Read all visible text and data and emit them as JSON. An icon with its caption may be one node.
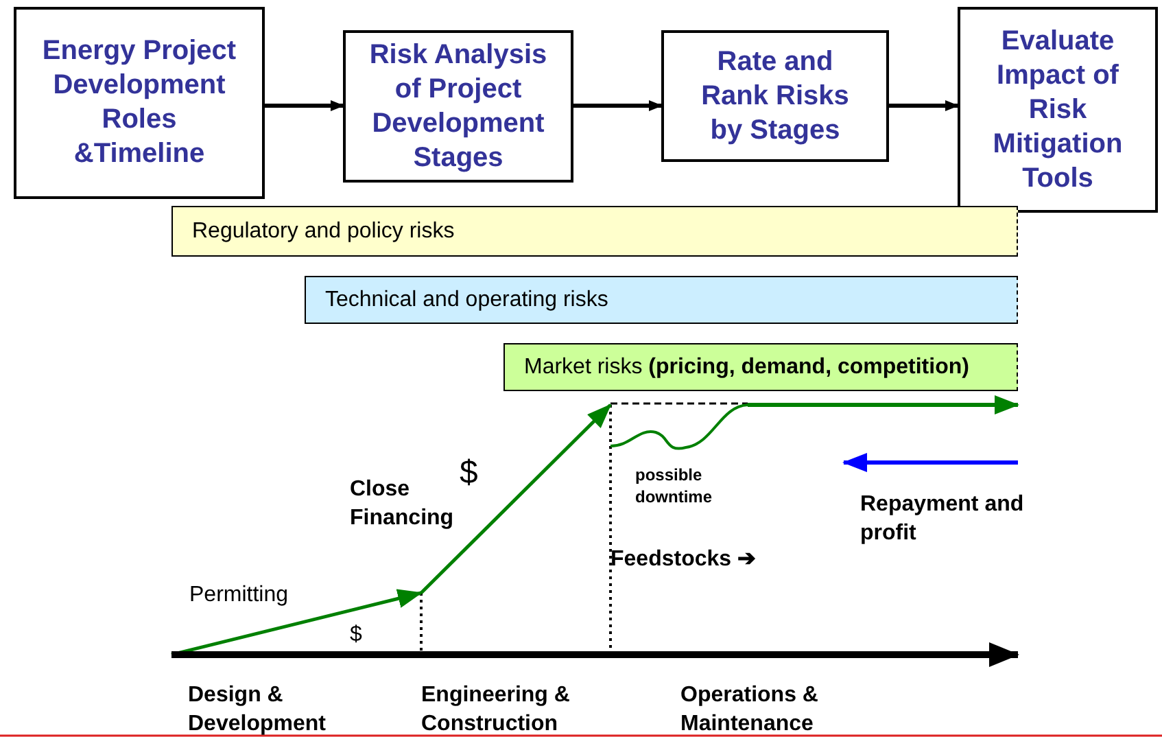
{
  "diagram": {
    "nodes": [
      {
        "text": [
          "Energy Project Development Roles &Timeline"
        ]
      },
      {
        "text": [
          "Risk Analysis of Project Development Stages"
        ]
      },
      {
        "text": [
          "Rate and Rank Risks by Stages"
        ]
      },
      {
        "text": [
          "Evaluate Impact of Risk Mitigation Tools"
        ]
      },
      {
        "text": [
          "Regulatory and policy risks"
        ]
      },
      {
        "text": [
          "Technical and operating risks"
        ]
      },
      {
        "text": [
          "Market risks **(pricing, demand, competition)**"
        ]
      }
    ],
    "edges": [
      {
        "from": 0,
        "to": 1,
        "arrow": "to"
      },
      {
        "from": 1,
        "to": 2,
        "arrow": "to"
      },
      {
        "from": 2,
        "to": 3,
        "arrow": "to"
      }
    ],
    "labels": [
      "Close Financing",
      "$",
      "possible downtime",
      "Repayment and profit",
      "Feedstocks ➔",
      "Permitting",
      "$",
      "Design & Development",
      "Engineering & Construction",
      "Operations & Maintenance"
    ]
  }
}
